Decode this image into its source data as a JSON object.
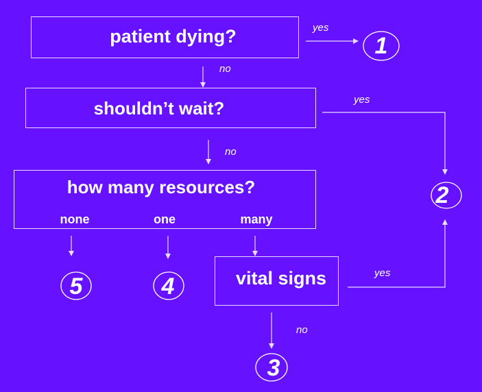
{
  "decision_1": {
    "question": "patient dying?",
    "yes_label": "yes",
    "no_label": "no"
  },
  "decision_2": {
    "question": "shouldn’t wait?",
    "yes_label": "yes",
    "no_label": "no"
  },
  "decision_3": {
    "question": "how many resources?",
    "options": [
      "none",
      "one",
      "many"
    ]
  },
  "decision_4": {
    "question": "vital signs",
    "yes_label": "yes",
    "no_label": "no"
  },
  "levels": [
    "1",
    "2",
    "3",
    "4",
    "5"
  ],
  "colors": {
    "background": "#6611ff",
    "line": "#e8dcff",
    "text": "#ffffff"
  }
}
